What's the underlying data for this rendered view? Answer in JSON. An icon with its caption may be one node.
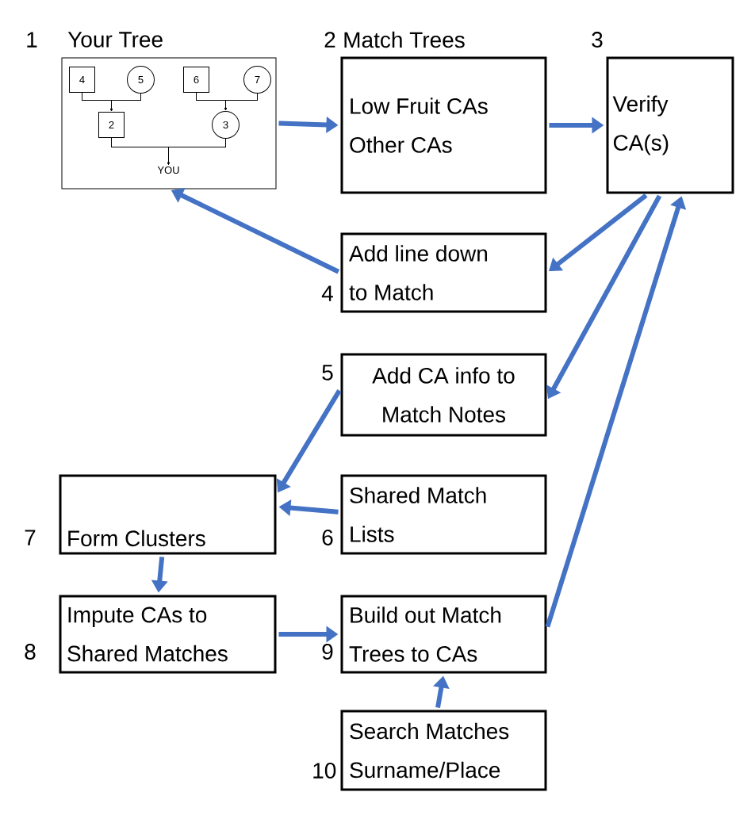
{
  "diagram": {
    "nodes": [
      {
        "text": [
          "Your Tree"
        ],
        "beside": [
          "1"
        ]
      },
      {
        "text": [
          "4"
        ],
        "in": 0
      },
      {
        "text": [
          "5"
        ],
        "in": 0
      },
      {
        "text": [
          "6"
        ],
        "in": 0
      },
      {
        "text": [
          "7"
        ],
        "in": 0
      },
      {
        "text": [
          "2"
        ],
        "in": 0
      },
      {
        "text": [
          "3"
        ],
        "in": 0
      },
      {
        "text": [
          "YOU"
        ],
        "in": 0
      },
      {
        "text": [
          "Match Trees",
          "Low Fruit CAs",
          "Other CAs"
        ],
        "beside": [
          "2"
        ]
      },
      {
        "text": [
          "Verify CA(s)"
        ],
        "beside": [
          "3"
        ]
      },
      {
        "text": [
          "Add line down to Match"
        ],
        "beside": [
          "4"
        ]
      },
      {
        "text": [
          "Add CA info to Match Notes"
        ],
        "beside": [
          "5"
        ]
      },
      {
        "text": [
          "Form Clusters"
        ],
        "beside": [
          "7"
        ]
      },
      {
        "text": [
          "Shared Match Lists"
        ],
        "beside": [
          "6"
        ]
      },
      {
        "text": [
          "Impute CAs to Shared Matches"
        ],
        "beside": [
          "8"
        ]
      },
      {
        "text": [
          "Build out Match Trees to CAs"
        ],
        "beside": [
          "9"
        ]
      },
      {
        "text": [
          "Search Matches Surname/Place"
        ],
        "beside": [
          "10"
        ]
      }
    ],
    "edges": [
      {
        "from": 1,
        "to": 5,
        "arrow": "to",
        "color": "#000000"
      },
      {
        "from": 2,
        "to": 5,
        "arrow": "to",
        "color": "#000000"
      },
      {
        "from": 3,
        "to": 6,
        "arrow": "to",
        "color": "#000000"
      },
      {
        "from": 4,
        "to": 6,
        "arrow": "to",
        "color": "#000000"
      },
      {
        "from": 5,
        "to": 7,
        "arrow": "to",
        "color": "#000000"
      },
      {
        "from": 6,
        "to": 7,
        "arrow": "to",
        "color": "#000000"
      },
      {
        "from": 0,
        "to": 8,
        "arrow": "to"
      },
      {
        "from": 8,
        "to": 9,
        "arrow": "to"
      },
      {
        "from": 9,
        "to": 10,
        "arrow": "to"
      },
      {
        "from": 10,
        "to": 0,
        "arrow": "to"
      },
      {
        "from": 9,
        "to": 11,
        "arrow": "to"
      },
      {
        "from": 11,
        "to": 12,
        "arrow": "to"
      },
      {
        "from": 13,
        "to": 12,
        "arrow": "to"
      },
      {
        "from": 12,
        "to": 14,
        "arrow": "to"
      },
      {
        "from": 14,
        "to": 15,
        "arrow": "to"
      },
      {
        "from": 16,
        "to": 15,
        "arrow": "to"
      },
      {
        "from": 15,
        "to": 9,
        "arrow": "to"
      }
    ]
  }
}
